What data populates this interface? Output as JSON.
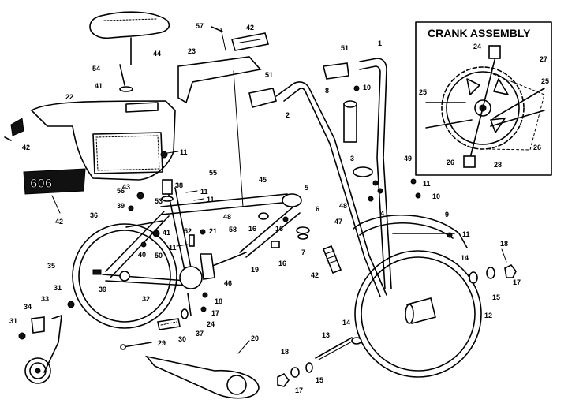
{
  "inset": {
    "title": "CRANK ASSEMBLY"
  },
  "decal": {
    "text": "606"
  },
  "callouts": {
    "c1": "1",
    "c2": "2",
    "c3": "3",
    "c4": "4",
    "c5": "5",
    "c6": "6",
    "c7": "7",
    "c8": "8",
    "c9": "9",
    "c10a": "10",
    "c10b": "10",
    "c11a": "11",
    "c11b": "11",
    "c11c": "11",
    "c11d": "11",
    "c11e": "11",
    "c11f": "11",
    "c12": "12",
    "c13": "13",
    "c14a": "14",
    "c14b": "14",
    "c15a": "15",
    "c15b": "15",
    "c16a": "16",
    "c16b": "16",
    "c16c": "16",
    "c17a": "17",
    "c17b": "17",
    "c17c": "17",
    "c18a": "18",
    "c18b": "18",
    "c18c": "18",
    "c19": "19",
    "c20": "20",
    "c21": "21",
    "c22": "22",
    "c23": "23",
    "c24": "24",
    "c29": "29",
    "c30": "30",
    "c31a": "31",
    "c31b": "31",
    "c32": "32",
    "c33": "33",
    "c34": "34",
    "c35": "35",
    "c36": "36",
    "c37": "37",
    "c38": "38",
    "c39a": "39",
    "c39b": "39",
    "c40": "40",
    "c41a": "41",
    "c41b": "41",
    "c42a": "42",
    "c42b": "42",
    "c42c": "42",
    "c42d": "42",
    "c43": "43",
    "c44": "44",
    "c45": "45",
    "c46": "46",
    "c47": "47",
    "c48a": "48",
    "c48b": "48",
    "c49": "49",
    "c50": "50",
    "c51a": "51",
    "c51b": "51",
    "c52": "52",
    "c53": "53",
    "c54": "54",
    "c55": "55",
    "c56": "56",
    "c57": "57",
    "c58": "58",
    "k24": "24",
    "k25a": "25",
    "k25b": "25",
    "k26a": "26",
    "k26b": "26",
    "k27": "27",
    "k28": "28"
  }
}
